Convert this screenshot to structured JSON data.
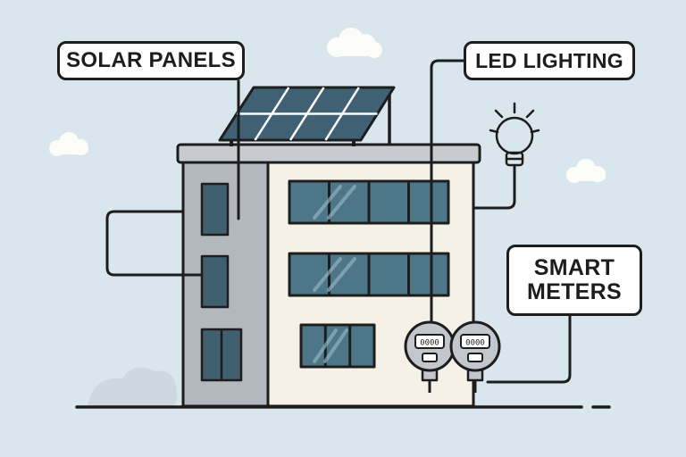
{
  "callouts": {
    "solar_panels": {
      "label": "SOLAR PANELS"
    },
    "led_lighting": {
      "label": "LED LIGHTING"
    },
    "smart_meters": {
      "line1": "SMART",
      "line2": "METERS"
    }
  },
  "meters": {
    "display1": "0000",
    "display2": "0000"
  },
  "icons": {
    "solar_panel": "solar-panel-icon (svg shape)",
    "light_bulb": "light-bulb-icon (svg shape)",
    "smart_meter": "smart-meter-icon (svg shape)",
    "cloud": "cloud-icon (svg shape)"
  },
  "colors": {
    "background": "#d9e6ed",
    "outline": "#1d1d1d",
    "building_main": "#f5f1e7",
    "building_tower": "#b3b8be",
    "cornice": "#c7cbd0",
    "window": "#4d7689",
    "window_streak": "#8fb3c0",
    "tower_window": "#41606f",
    "solar_panel": "#3f6173",
    "panel_grid": "#ffffff",
    "meter_body": "#c2c7cd",
    "cloud": "#fcfcf8",
    "bush": "#cdd9e0"
  }
}
